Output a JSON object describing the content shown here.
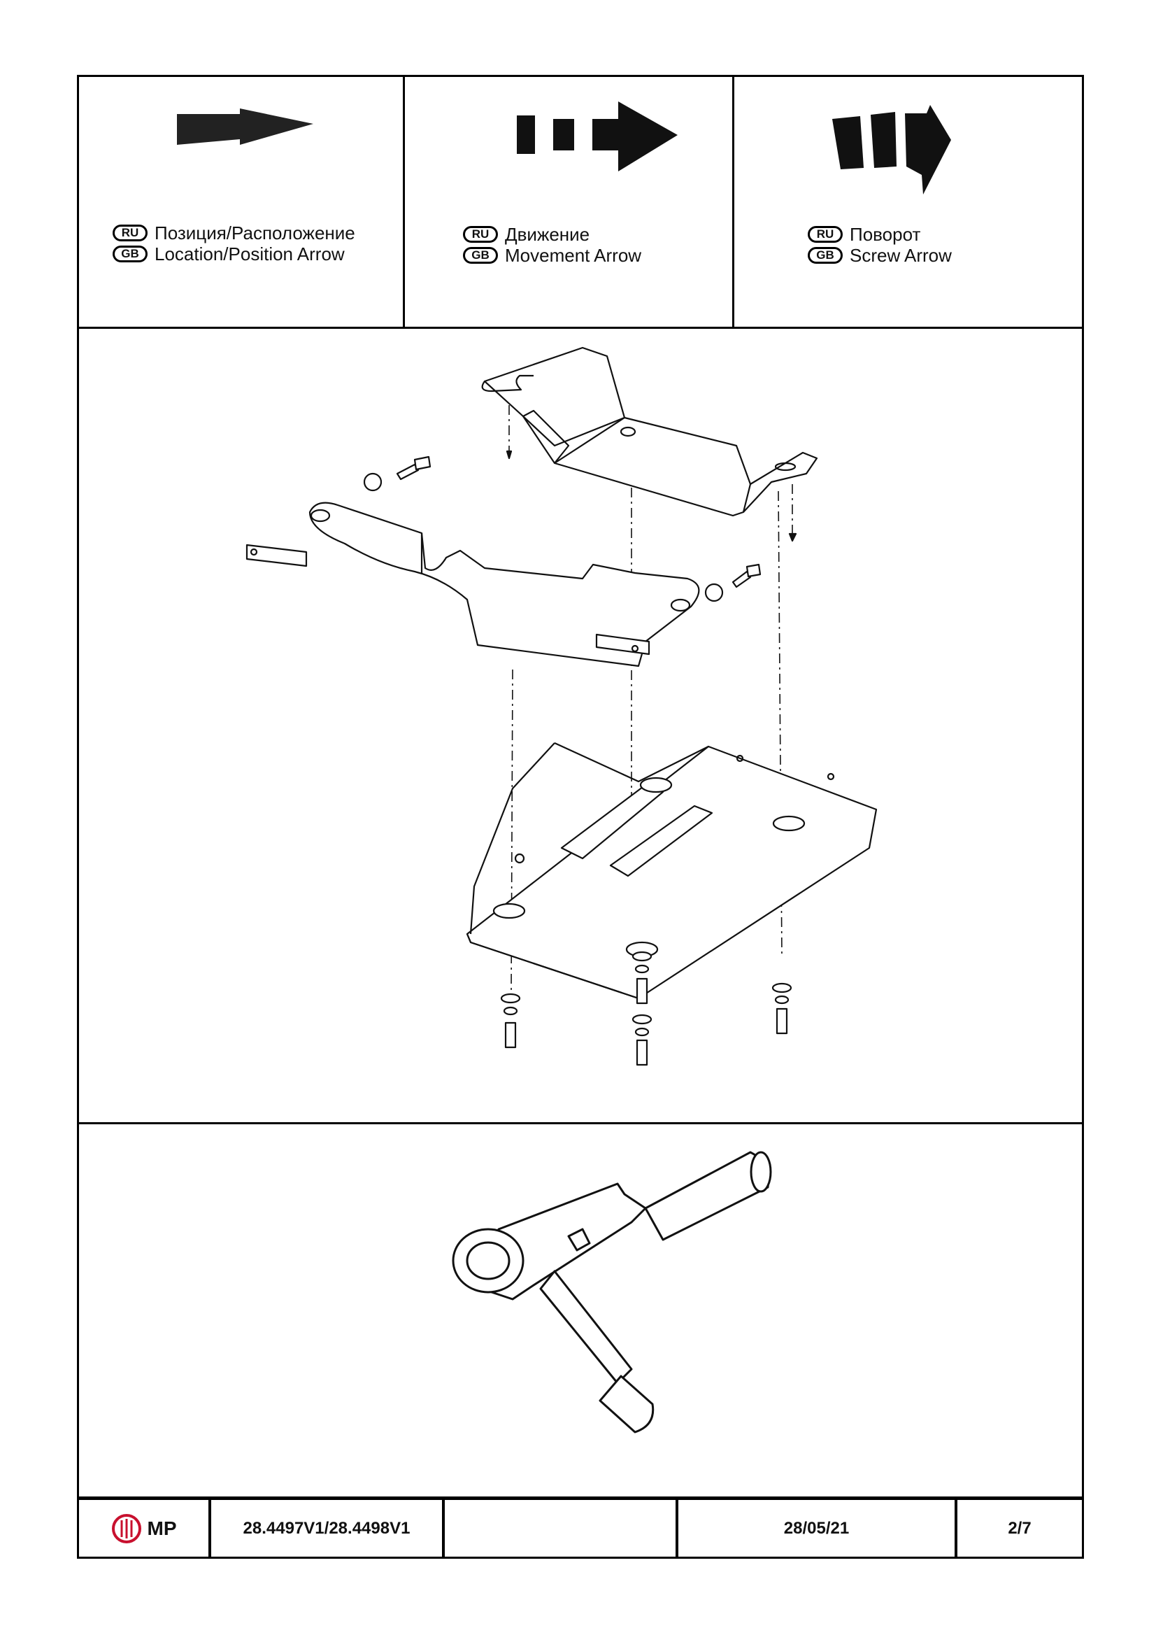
{
  "legend": [
    {
      "ru_badge": "RU",
      "gb_badge": "GB",
      "ru_label": "Позиция/Расположение",
      "gb_label": "Location/Position Arrow",
      "icon": "location-arrow-icon"
    },
    {
      "ru_badge": "RU",
      "gb_badge": "GB",
      "ru_label": "Движение",
      "gb_label": "Movement Arrow",
      "icon": "movement-arrow-icon"
    },
    {
      "ru_badge": "RU",
      "gb_badge": "GB",
      "ru_label": "Поворот",
      "gb_label": "Screw Arrow",
      "icon": "screw-arrow-icon"
    }
  ],
  "footer": {
    "logo_text": "MP",
    "logo_color": "#c8102e",
    "part_number": "28.4497V1/28.4498V1",
    "blank": "",
    "date": "28/05/21",
    "page": "2/7"
  }
}
